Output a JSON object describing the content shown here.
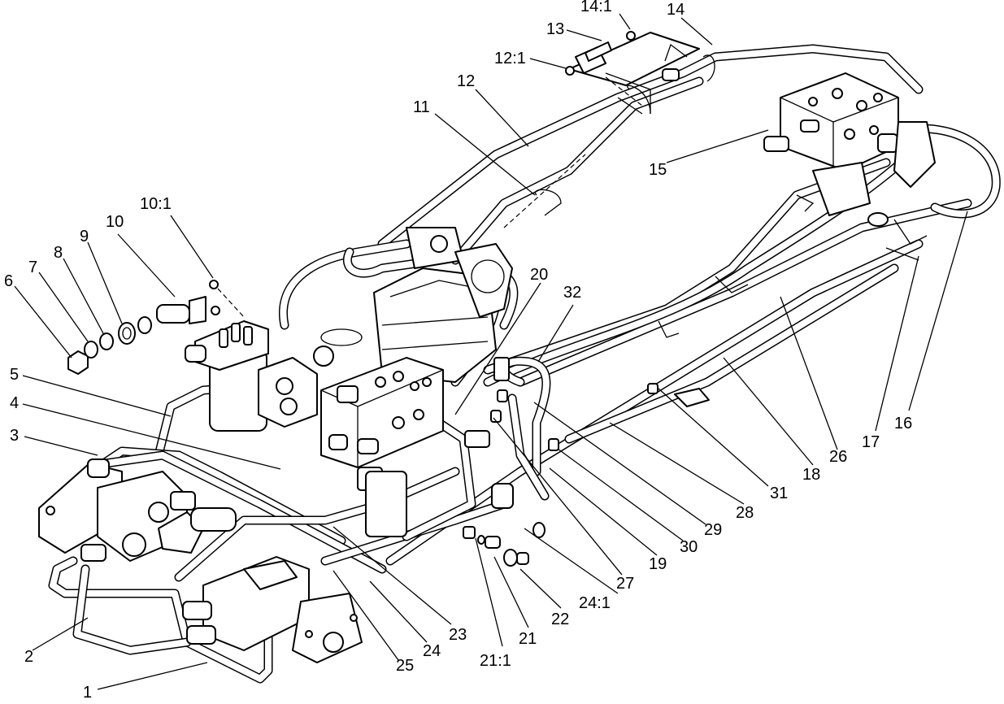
{
  "callouts": [
    {
      "id": "c1",
      "text": "1"
    },
    {
      "id": "c2",
      "text": "2"
    },
    {
      "id": "c3",
      "text": "3"
    },
    {
      "id": "c4",
      "text": "4"
    },
    {
      "id": "c5",
      "text": "5"
    },
    {
      "id": "c6",
      "text": "6"
    },
    {
      "id": "c7",
      "text": "7"
    },
    {
      "id": "c8",
      "text": "8"
    },
    {
      "id": "c9",
      "text": "9"
    },
    {
      "id": "c10",
      "text": "10"
    },
    {
      "id": "c10_1",
      "text": "10:1"
    },
    {
      "id": "c11",
      "text": "11"
    },
    {
      "id": "c12",
      "text": "12"
    },
    {
      "id": "c12_1",
      "text": "12:1"
    },
    {
      "id": "c13",
      "text": "13"
    },
    {
      "id": "c14_1",
      "text": "14:1"
    },
    {
      "id": "c14",
      "text": "14"
    },
    {
      "id": "c15",
      "text": "15"
    },
    {
      "id": "c16",
      "text": "16"
    },
    {
      "id": "c17",
      "text": "17"
    },
    {
      "id": "c18",
      "text": "18"
    },
    {
      "id": "c19",
      "text": "19"
    },
    {
      "id": "c20",
      "text": "20"
    },
    {
      "id": "c21",
      "text": "21"
    },
    {
      "id": "c21_1",
      "text": "21:1"
    },
    {
      "id": "c22",
      "text": "22"
    },
    {
      "id": "c23",
      "text": "23"
    },
    {
      "id": "c24",
      "text": "24"
    },
    {
      "id": "c24_1",
      "text": "24:1"
    },
    {
      "id": "c25",
      "text": "25"
    },
    {
      "id": "c26",
      "text": "26"
    },
    {
      "id": "c27",
      "text": "27"
    },
    {
      "id": "c28",
      "text": "28"
    },
    {
      "id": "c29",
      "text": "29"
    },
    {
      "id": "c30",
      "text": "30"
    },
    {
      "id": "c31",
      "text": "31"
    },
    {
      "id": "c32",
      "text": "32"
    }
  ]
}
